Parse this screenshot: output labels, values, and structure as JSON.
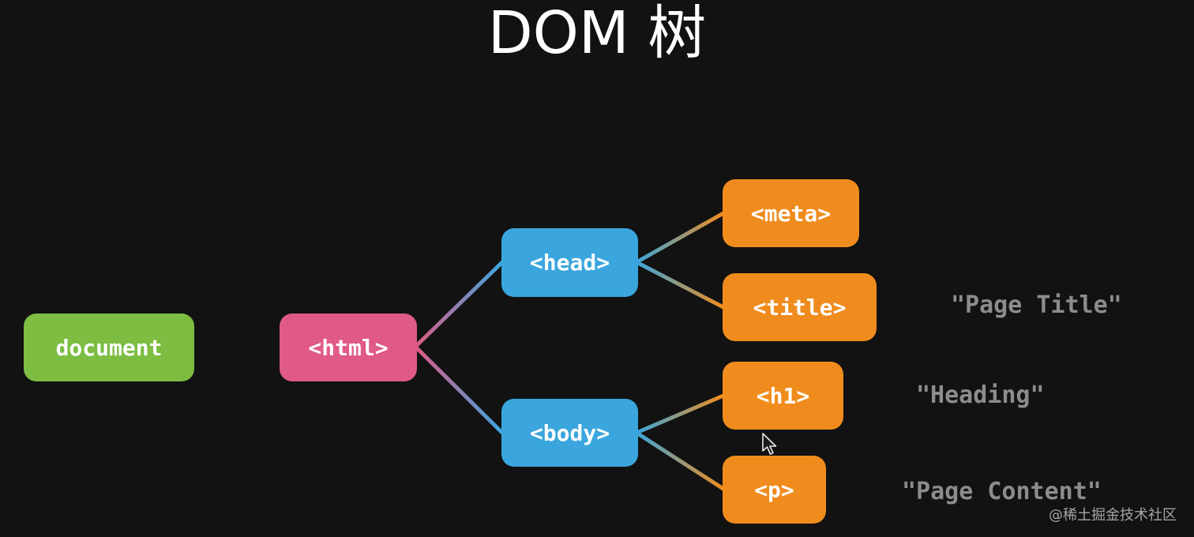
{
  "title": "DOM 树",
  "colors": {
    "background": "#121212",
    "document": "#7cbd42",
    "html": "#e05a86",
    "head_body": "#3aa6dd",
    "leaf_tags": "#f08c1d",
    "text_nodes": "#8c8c8c"
  },
  "nodes": {
    "document": "document",
    "html": "<html>",
    "head": "<head>",
    "body": "<body>",
    "meta": "<meta>",
    "title_tag": "<title>",
    "h1": "<h1>",
    "p": "<p>"
  },
  "text_nodes": {
    "page_title": "\"Page Title\"",
    "heading": "\"Heading\"",
    "page_content": "\"Page Content\""
  },
  "watermark": "@稀土掘金技术社区"
}
